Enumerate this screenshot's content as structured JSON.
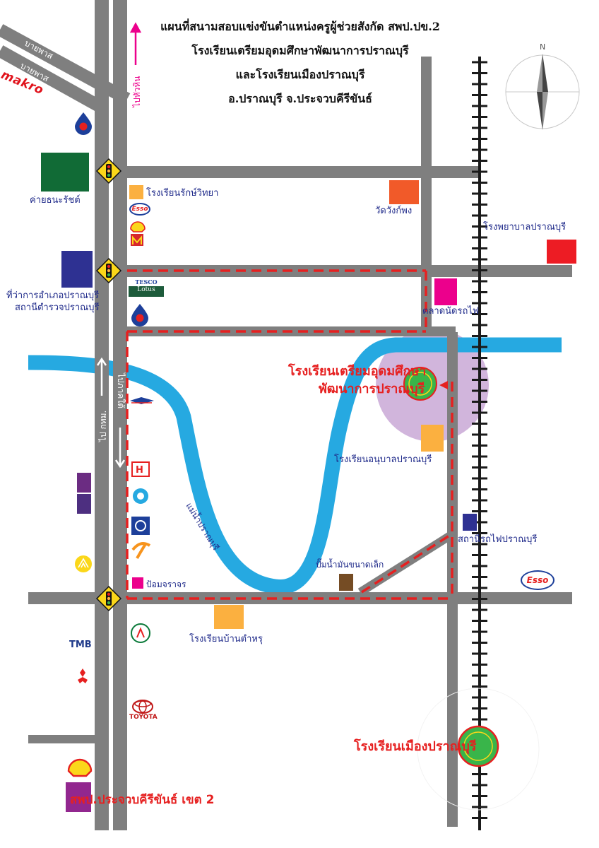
{
  "title": {
    "line1": "แผนที่สนามสอบแข่งขันตำแหน่งครูผู้ช่วยสังกัด สพป.ปข.2",
    "line2": "โรงเรียนเตรียมอุดมศึกษาพัฒนาการปราณบุรี",
    "line3": "และโรงเรียนเมืองปราณบุรี",
    "line4": "อ.ปราณบุรี จ.ประจวบคีรีขันธ์"
  },
  "compass": {
    "north": "N"
  },
  "roads": {
    "bypass_top": "บายพาส",
    "bypass_bottom": "บายพาส",
    "to_hua_hin": "ไปหัวหิน",
    "to_bangkok": "ไป กทม.",
    "to_south": "ไปภาคใต้",
    "river": "แม่น้ำปราณบุรี"
  },
  "brands": {
    "makro": "makro",
    "esso": "Esso",
    "tesco_top": "TESCO",
    "tesco_bottom": "Lotus",
    "tmb": "TMB",
    "toyota": "TOYOTA"
  },
  "places": {
    "camp": "ค่ายธนะรัชต์",
    "rak_school": "โรงเรียนรักษ์วิทยา",
    "wat": "วัดวังก์พง",
    "hospital": "โรงพยาบาลปราณบุรี",
    "district_office": "ที่ว่าการอำเภอปราณบุรี",
    "police": "สถานีตำรวจปราณบุรี",
    "train_market": "ตลาดนัดรถไฟ",
    "target_school_1": "โรงเรียนเตรียมอุดมศึกษา",
    "target_school_2": "พัฒนาการปราณบุรี",
    "kindergarten": "โรงเรียนอนุบาลปราณบุรี",
    "station": "สถานีรถไฟปราณบุรี",
    "small_gas": "ปั๊มน้ำมันขนาดเล็ก",
    "traffic_booth": "ป้อมจราจร",
    "ban_tamru": "โรงเรียนบ้านตำหรุ",
    "mueang_school": "โรงเรียนเมืองปราณบุรี",
    "office": "สพป.ประจวบคีรีขันธ์ เขต 2"
  },
  "colors": {
    "road": "#7f7f7f",
    "river": "#26a9e1",
    "route": "#e62020",
    "highlight": "#c9a8d6",
    "camp": "#116b36",
    "navy": "#2e3192",
    "orange": "#fbb040",
    "wat": "#f15a29",
    "hospital": "#ed1c24",
    "market": "#ec008c",
    "gas": "#754c24",
    "purple_office": "#92278f"
  }
}
